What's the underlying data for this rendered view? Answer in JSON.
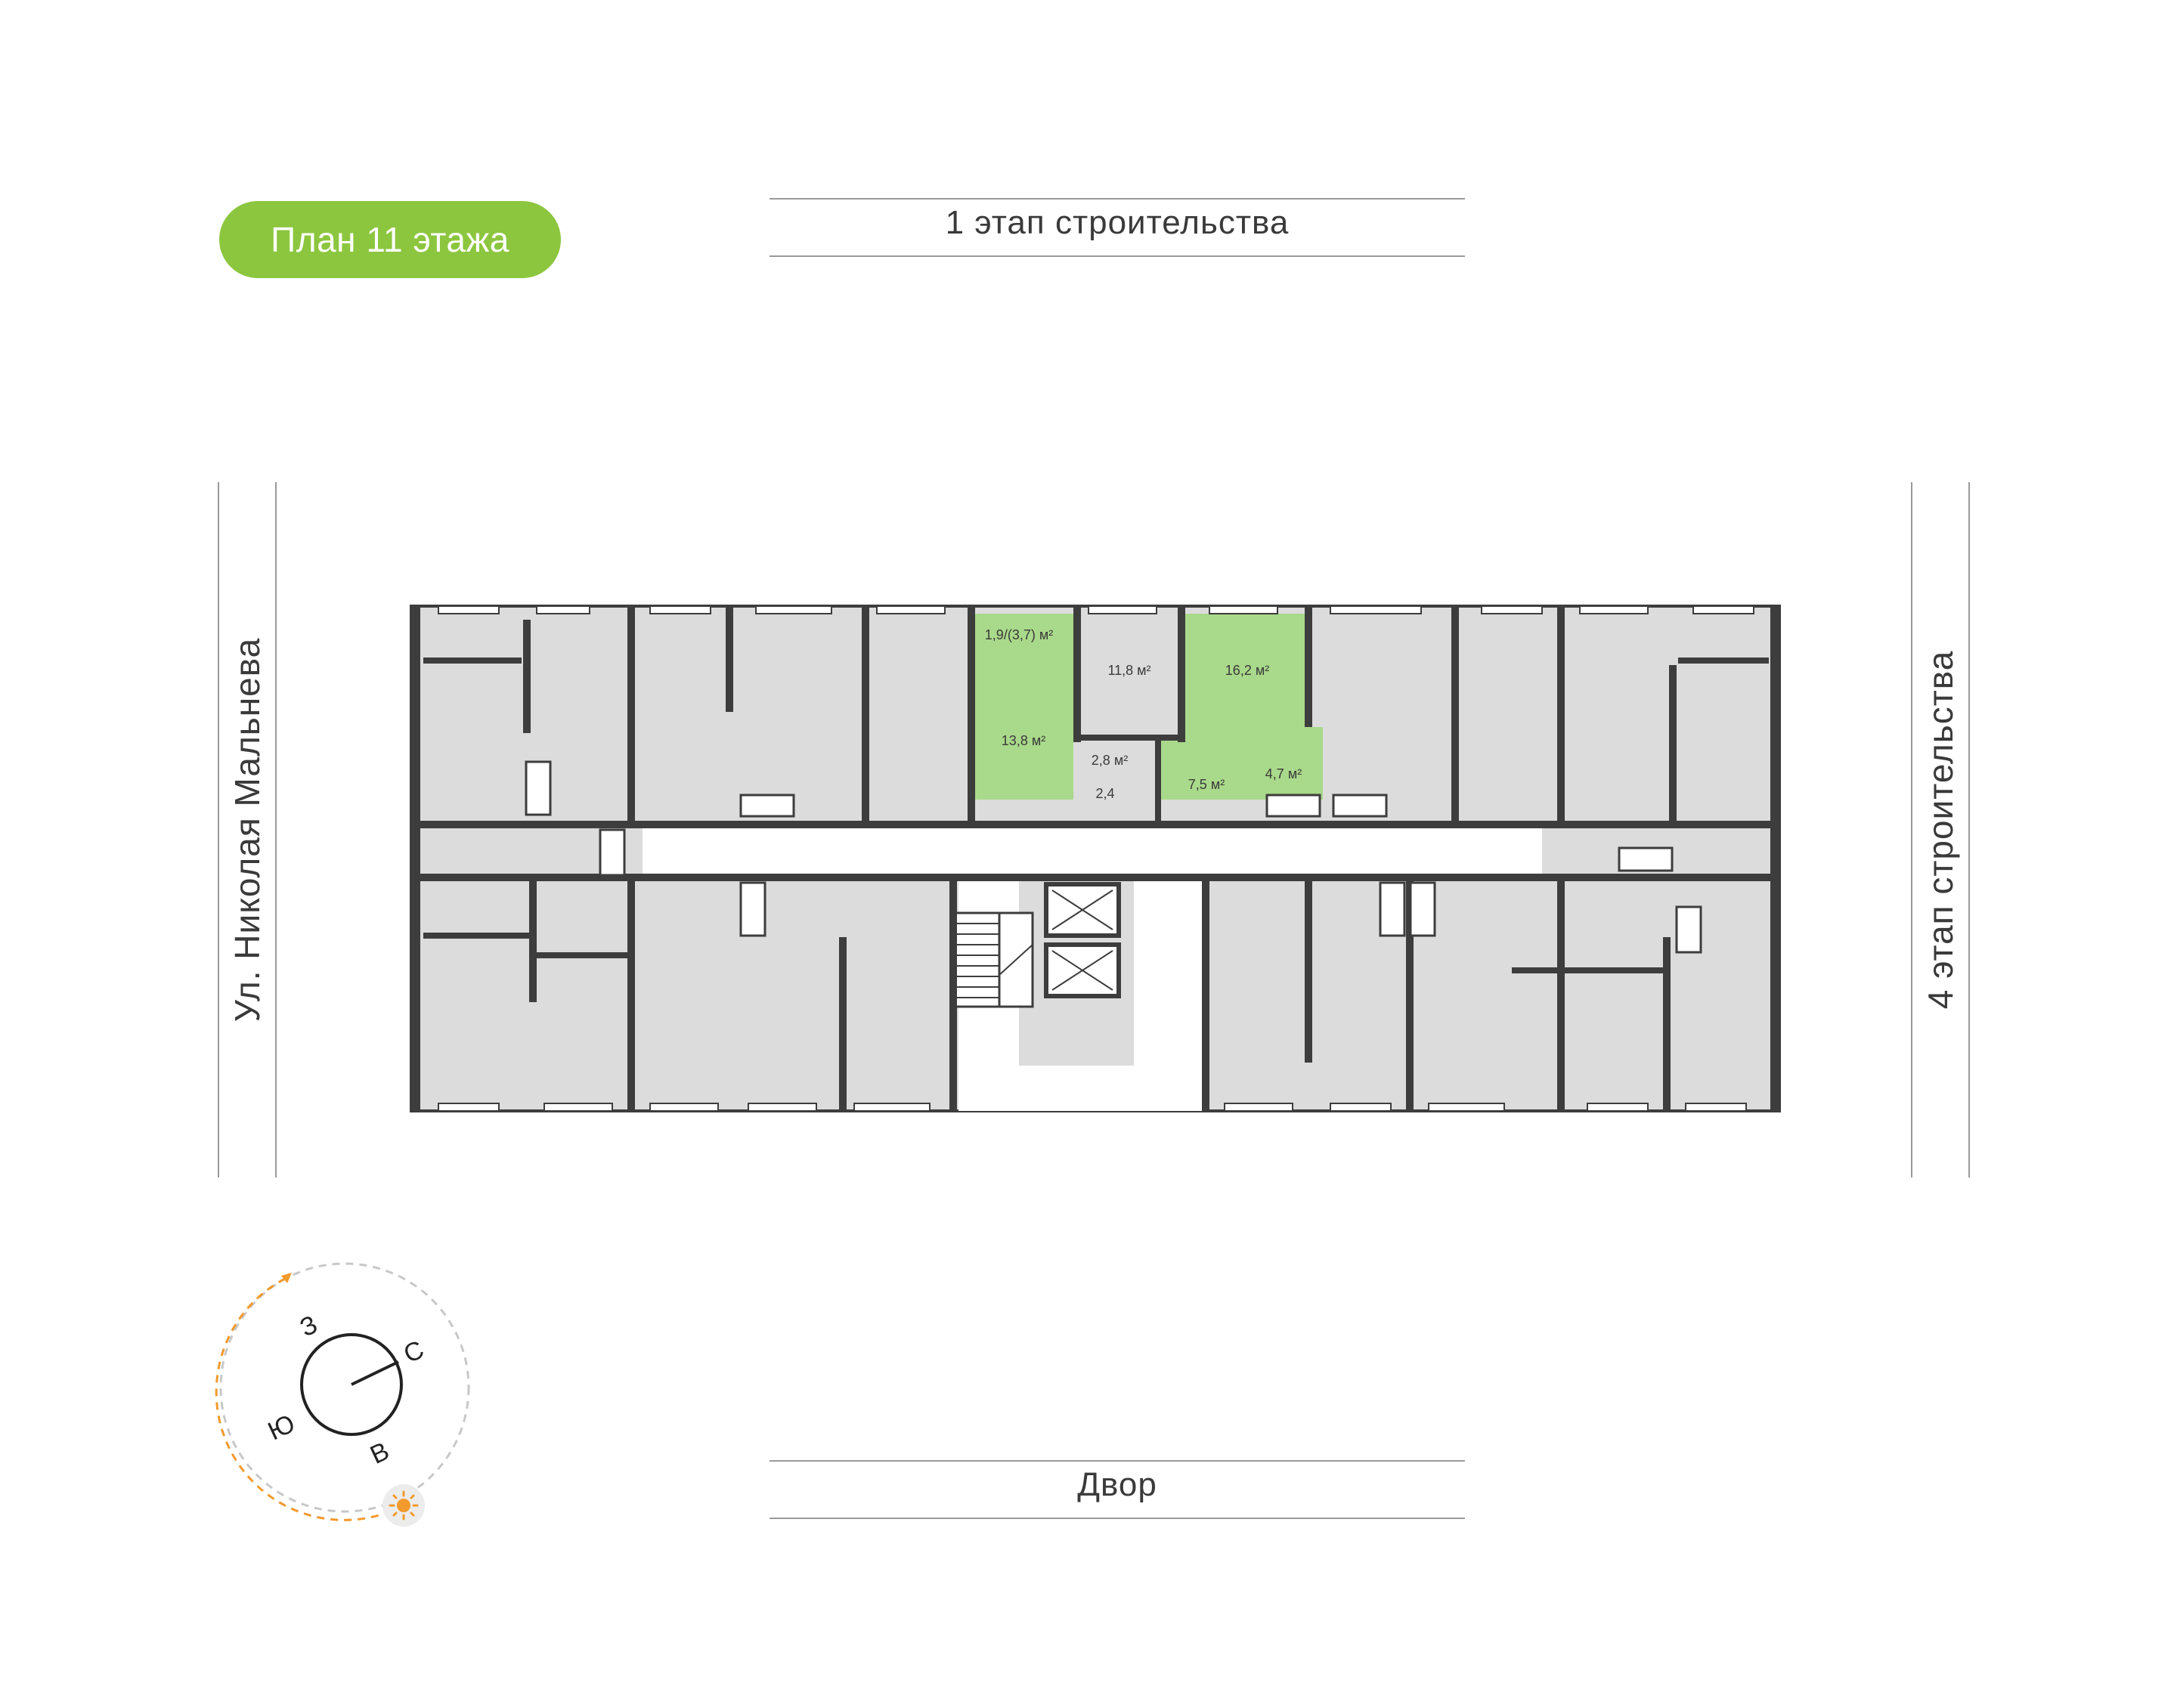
{
  "floor_badge": "План 11 этажа",
  "labels": {
    "top": "1 этап строительства",
    "bottom": "Двор",
    "left": "Ул. Николая Мальнева",
    "right": "4 этап строительства"
  },
  "apartment": {
    "highlight_color": "#a9d98a",
    "rooms": [
      {
        "id": "balcony",
        "area": "1,9/(3,7) м²"
      },
      {
        "id": "room-1",
        "area": "13,8 м²"
      },
      {
        "id": "room-2",
        "area": "11,8 м²"
      },
      {
        "id": "room-3",
        "area": "16,2 м²"
      },
      {
        "id": "hall",
        "area": "2,8 м²"
      },
      {
        "id": "corridor",
        "area": "7,5 м²"
      },
      {
        "id": "bathroom",
        "area": "4,7 м²"
      },
      {
        "id": "wc",
        "area": "2,4"
      }
    ]
  },
  "compass": {
    "west": "З",
    "north": "С",
    "south": "Ю",
    "east": "В",
    "sun_color": "#f29a2e"
  },
  "colors": {
    "accent": "#8cc63f",
    "wall": "#3d3d3d",
    "room": "#dcdcdc"
  }
}
